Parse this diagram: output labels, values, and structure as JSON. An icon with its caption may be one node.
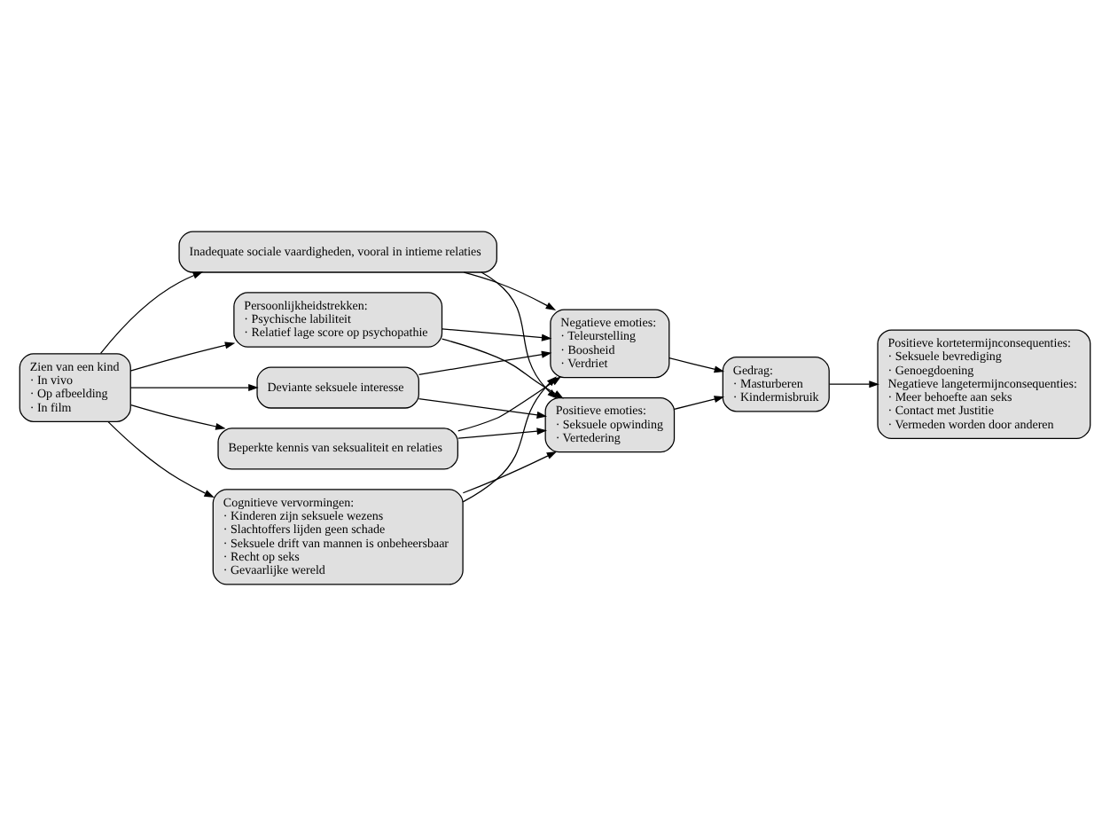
{
  "diagram": {
    "nodes": [
      {
        "text": [
          "Zien van een kind",
          "· In vivo",
          "· Op afbeelding",
          "· In film"
        ]
      },
      {
        "text": [
          "Persoonlijkheidstrekken:",
          "· Psychische labiliteit",
          "· Relatief lage score op psychopathie"
        ]
      },
      {
        "text": [
          "Deviante seksuele interesse"
        ]
      },
      {
        "text": [
          "Beperkte kennis van seksualiteit en relaties"
        ]
      },
      {
        "text": [
          "Cognitieve vervormingen:",
          "· Kinderen zijn seksuele wezens",
          "· Slachtoffers lijden geen schade",
          "· Seksuele drift van mannen is onbeheersbaar",
          "· Recht op seks",
          "· Gevaarlijke wereld"
        ]
      },
      {
        "text": [
          "Inadequate sociale vaardigheden, vooral in intieme relaties"
        ]
      },
      {
        "text": [
          "Negatieve emoties:",
          "· Teleurstelling",
          "· Boosheid",
          "· Verdriet"
        ]
      },
      {
        "text": [
          "Positieve emoties:",
          "· Seksuele opwinding",
          "· Vertedering"
        ]
      },
      {
        "text": [
          "Gedrag:",
          "· Masturberen",
          "· Kindermisbruik"
        ]
      },
      {
        "text": [
          "Positieve kortetermijnconsequenties:",
          "· Seksuele bevrediging",
          "· Genoegdoening",
          "Negatieve langetermijnconsequenties:",
          "· Meer behoefte aan seks",
          "· Contact met Justitie",
          "· Vermeden worden door anderen"
        ]
      }
    ],
    "edges": [
      {
        "from": 0,
        "to": 1,
        "arrow": "to"
      },
      {
        "from": 0,
        "to": 2,
        "arrow": "to"
      },
      {
        "from": 0,
        "to": 3,
        "arrow": "to"
      },
      {
        "from": 0,
        "to": 4,
        "arrow": "to"
      },
      {
        "from": 0,
        "to": 5,
        "arrow": "to"
      },
      {
        "from": 1,
        "to": 6,
        "arrow": "to"
      },
      {
        "from": 1,
        "to": 7,
        "arrow": "to"
      },
      {
        "from": 2,
        "to": 6,
        "arrow": "to"
      },
      {
        "from": 2,
        "to": 7,
        "arrow": "to"
      },
      {
        "from": 3,
        "to": 6,
        "arrow": "to"
      },
      {
        "from": 3,
        "to": 7,
        "arrow": "to"
      },
      {
        "from": 4,
        "to": 6,
        "arrow": "to"
      },
      {
        "from": 4,
        "to": 7,
        "arrow": "to"
      },
      {
        "from": 5,
        "to": 6,
        "arrow": "to"
      },
      {
        "from": 5,
        "to": 7,
        "arrow": "to"
      },
      {
        "from": 6,
        "to": 8,
        "arrow": "to"
      },
      {
        "from": 7,
        "to": 8,
        "arrow": "to"
      },
      {
        "from": 8,
        "to": 9,
        "arrow": "to"
      }
    ]
  }
}
